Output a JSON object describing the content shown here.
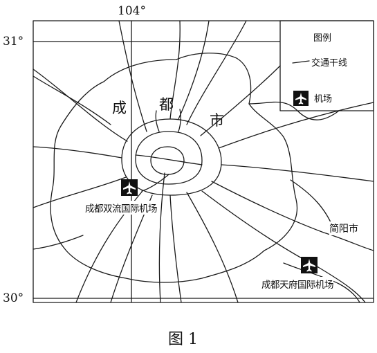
{
  "map": {
    "caption": "图 1",
    "longitude_label": "104°",
    "latitude_top_label": "31°",
    "latitude_bottom_label": "30°",
    "city_name_chars": [
      "成",
      "都",
      "市"
    ],
    "airports": [
      {
        "name": "成都双流国际机场"
      },
      {
        "name": "成都天府国际机场"
      }
    ],
    "towns": [
      {
        "name": "简阳市"
      }
    ],
    "legend": {
      "title": "图例",
      "items": [
        {
          "label": "交通干线",
          "icon": "line-icon"
        },
        {
          "label": "机场",
          "icon": "airplane-icon"
        }
      ]
    }
  }
}
